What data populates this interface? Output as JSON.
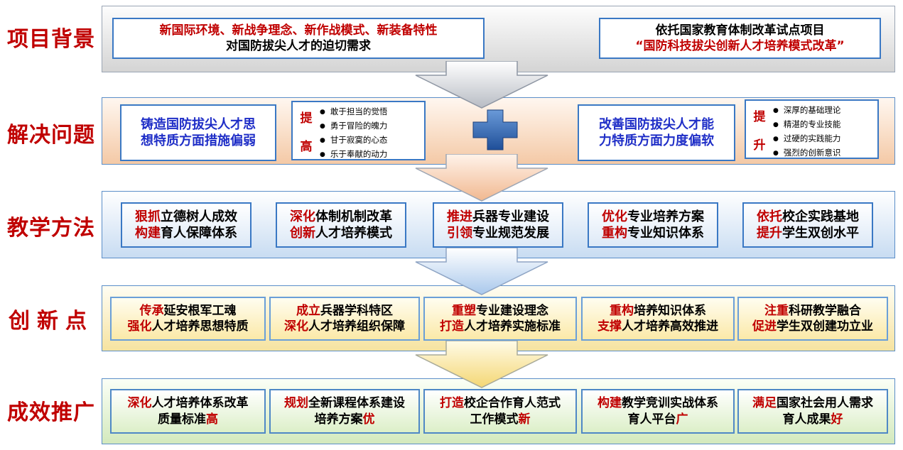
{
  "rows": [
    {
      "label": "项目背景"
    },
    {
      "label": "解决问题"
    },
    {
      "label": "教学方法"
    },
    {
      "label": "创新点"
    },
    {
      "label": "成效推广"
    }
  ],
  "background": {
    "left": {
      "line1": "新国际环境、新战争理念、新作战模式、新装备特性",
      "line2": "对国防拔尖人才的迫切需求"
    },
    "right": {
      "line1": "依托国家教育体制改革试点项目",
      "line2": "“国防科技拔尖创新人才培养模式改革”"
    }
  },
  "problems": {
    "left_box": {
      "line1": "铸造国防拔尖人才思",
      "line2": "想特质方面措施偏弱"
    },
    "left_sub": {
      "tag": [
        "提",
        "高"
      ],
      "items": [
        "敢于担当的觉悟",
        "勇于冒险的魄力",
        "甘于寂寞的心态",
        "乐于奉献的动力"
      ]
    },
    "right_box": {
      "line1": "改善国防拔尖人才能",
      "line2": "力特质方面力度偏软"
    },
    "right_sub": {
      "tag": [
        "提",
        "升"
      ],
      "items": [
        "深厚的基础理论",
        "精湛的专业技能",
        "过硬的实践能力",
        "强烈的创新意识"
      ]
    }
  },
  "methods": [
    {
      "a_red": "狠抓",
      "a_rest": "立德树人成效",
      "b_red": "构建",
      "b_rest": "育人保障体系"
    },
    {
      "a_red": "深化",
      "a_rest": "体制机制改革",
      "b_red": "创新",
      "b_rest": "人才培养模式"
    },
    {
      "a_red": "推进",
      "a_rest": "兵器专业建设",
      "b_red": "引领",
      "b_rest": "专业规范发展"
    },
    {
      "a_red": "优化",
      "a_rest": "专业培养方案",
      "b_red": "重构",
      "b_rest": "专业知识体系"
    },
    {
      "a_red": "依托",
      "a_rest": "校企实践基地",
      "b_red": "提升",
      "b_rest": "学生双创水平"
    }
  ],
  "innovations": [
    {
      "a_red": "传承",
      "a_rest": "延安根军工魂",
      "b_red": "强化",
      "b_rest": "人才培养思想特质"
    },
    {
      "a_red": "成立",
      "a_rest": "兵器学科特区",
      "b_red": "深化",
      "b_rest": "人才培养组织保障"
    },
    {
      "a_red": "重塑",
      "a_rest": "专业建设理念",
      "b_red": "打造",
      "b_rest": "人才培养实施标准"
    },
    {
      "a_red": "重构",
      "a_rest": "培养知识体系",
      "b_red": "支撑",
      "b_rest": "人才培养高效推进"
    },
    {
      "a_red": "注重",
      "a_rest": "科研教学融合",
      "b_red": "促进",
      "b_rest": "学生双创建功立业"
    }
  ],
  "results": [
    {
      "a_red": "深化",
      "a_rest": "人才培养体系改革",
      "b_pre": "质量标准",
      "b_red": "高"
    },
    {
      "a_red": "规划",
      "a_rest": "全新课程体系建设",
      "b_pre": "培养方案",
      "b_red": "优"
    },
    {
      "a_red": "打造",
      "a_rest": "校企合作育人范式",
      "b_pre": "工作模式",
      "b_red": "新"
    },
    {
      "a_red": "构建",
      "a_rest": "教学竞训实战体系",
      "b_pre": "育人平台",
      "b_red": "广"
    },
    {
      "a_red": "满足",
      "a_rest": "国家社会用人需求",
      "b_pre": "育人成果",
      "b_red": "好"
    }
  ],
  "colors": {
    "title_red": "#c00000",
    "box_border": "#3a78c4",
    "blue_text": "#1f2ec7",
    "plus_blue": "#2f5fa8"
  }
}
